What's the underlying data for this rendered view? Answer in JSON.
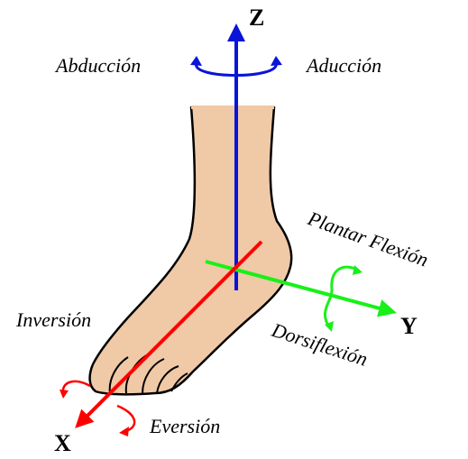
{
  "axes": {
    "z": {
      "label": "Z",
      "color": "#0a14d8"
    },
    "y": {
      "label": "Y",
      "color": "#19f019"
    },
    "x": {
      "label": "X",
      "color": "#ff0000"
    }
  },
  "motions": {
    "abduction": "Abducción",
    "adduction": "Aducción",
    "plantar_flexion": "Plantar Flexión",
    "dorsiflexion": "Dorsiflexión",
    "inversion": "Inversión",
    "eversion": "Eversión"
  },
  "colors": {
    "skin": "#f0c9a6",
    "outline": "#000000"
  }
}
